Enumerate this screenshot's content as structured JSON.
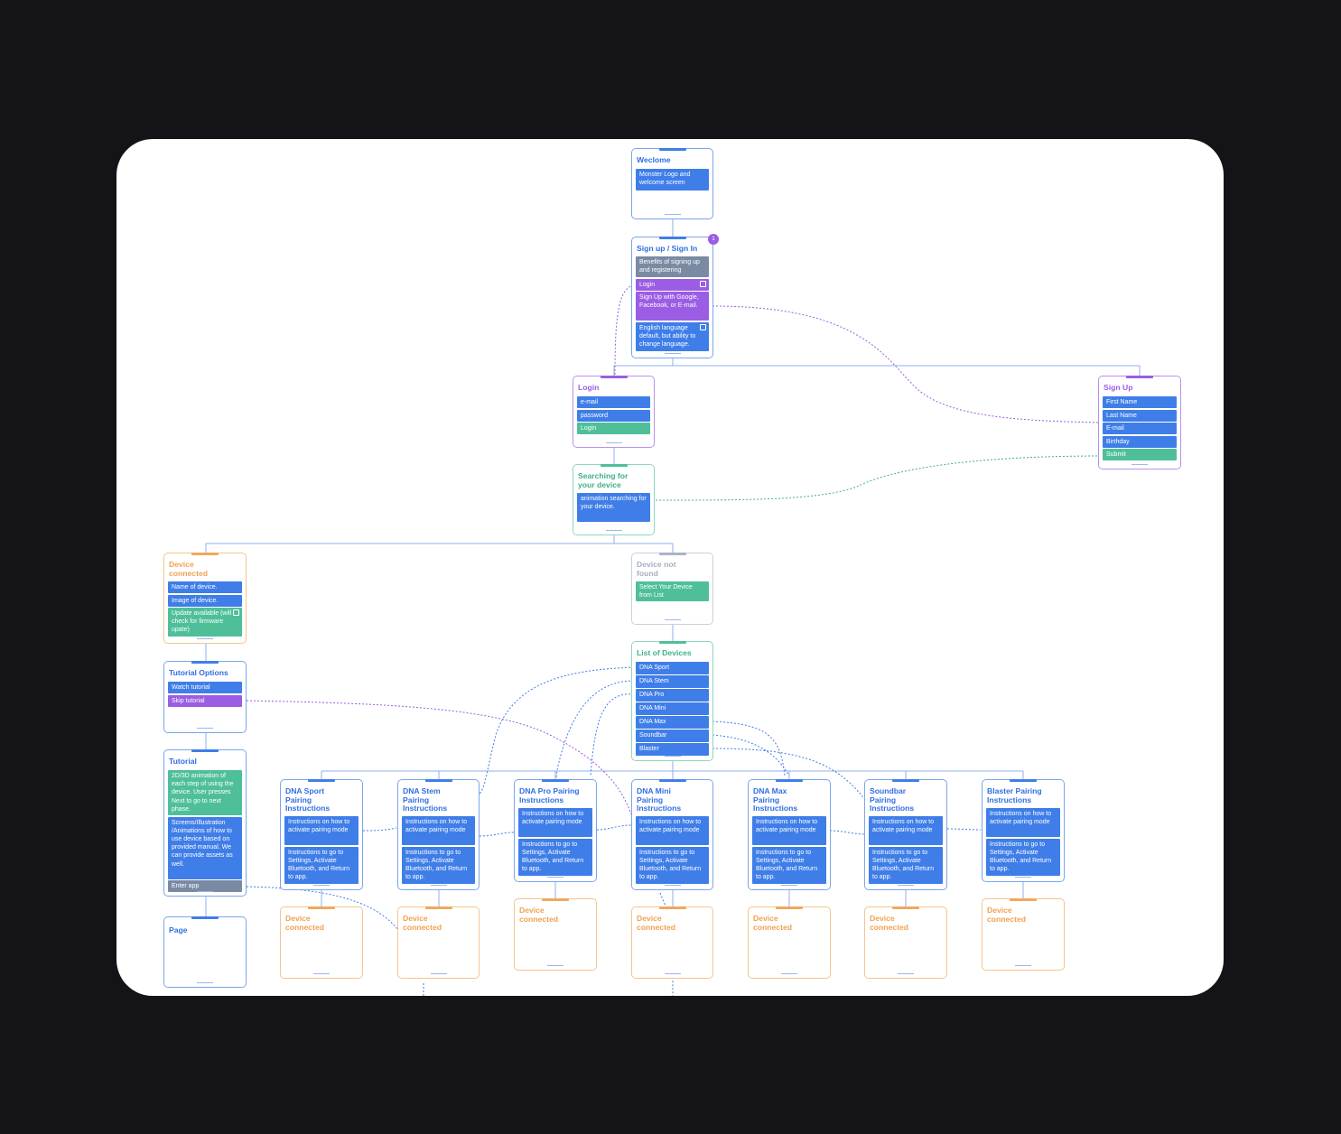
{
  "colors": {
    "background": "#141418",
    "board": "#ffffff",
    "blue": "#3f7ee8",
    "purple": "#9a5de3",
    "teal": "#4fbf9a",
    "orange": "#f0a95c",
    "gray": "#a8b4c6",
    "slate": "#7a8aa3"
  },
  "cards": {
    "welcome": {
      "title": "Weclome",
      "items": [
        "Monster Logo and welcome screen"
      ]
    },
    "signup_signin": {
      "title": "Sign up / Sign In",
      "badge": "1",
      "items": [
        "Benefits of signing up and registering",
        "Login",
        "Sign Up with Google, Facebook, or E-mail.",
        "English language default, but ability to change language."
      ]
    },
    "login": {
      "title": "Login",
      "items": [
        "e-mail",
        "password",
        "Login"
      ]
    },
    "signup": {
      "title": "Sign Up",
      "items": [
        "First Name",
        "Last Name",
        "E-mail",
        "Birthday",
        "Submit"
      ]
    },
    "searching": {
      "title": "Searching for your device",
      "items": [
        "animation searching for your device."
      ]
    },
    "device_connected": {
      "title": "Device connected",
      "items": [
        "Name of device.",
        "Image of device.",
        "Update available (will check for firmware upate)"
      ]
    },
    "device_not_found": {
      "title": "Device not found",
      "items": [
        "Select Your Device from List"
      ]
    },
    "tutorial_options": {
      "title": "Tutorial Options",
      "items": [
        "Watch tutorial",
        "Skip tutorial"
      ]
    },
    "list_of_devices": {
      "title": "List of Devices",
      "items": [
        "DNA Sport",
        "DNA Stem",
        "DNA Pro",
        "DNA Mini",
        "DNA Max",
        "Soundbar",
        "Blaster"
      ]
    },
    "tutorial": {
      "title": "Tutorial",
      "items": [
        "2D/3D animation of each step of using the device. User presses Next to go to next phase.",
        "Screens/Illustration /Animations of how to use device based on provided manual. We can provide assets as well.",
        "Enter app"
      ]
    },
    "page": {
      "title": "Page"
    }
  },
  "pairing": {
    "step_activate": "Instructions on how to activate pairing mode",
    "step_settings": "Instructions to go to Settings, Activate Bluetooth, and Return to app.",
    "result_title": "Device connected",
    "devices": [
      {
        "title": "DNA Sport Pairing Instructions"
      },
      {
        "title": "DNA Stem Pairing Instructions"
      },
      {
        "title": "DNA Pro Pairing Instructions"
      },
      {
        "title": "DNA Mini Pairing Instructions"
      },
      {
        "title": "DNA Max Pairing Instructions"
      },
      {
        "title": "Soundbar Pairing Instructions"
      },
      {
        "title": "Blaster Pairing Instructions"
      }
    ]
  }
}
